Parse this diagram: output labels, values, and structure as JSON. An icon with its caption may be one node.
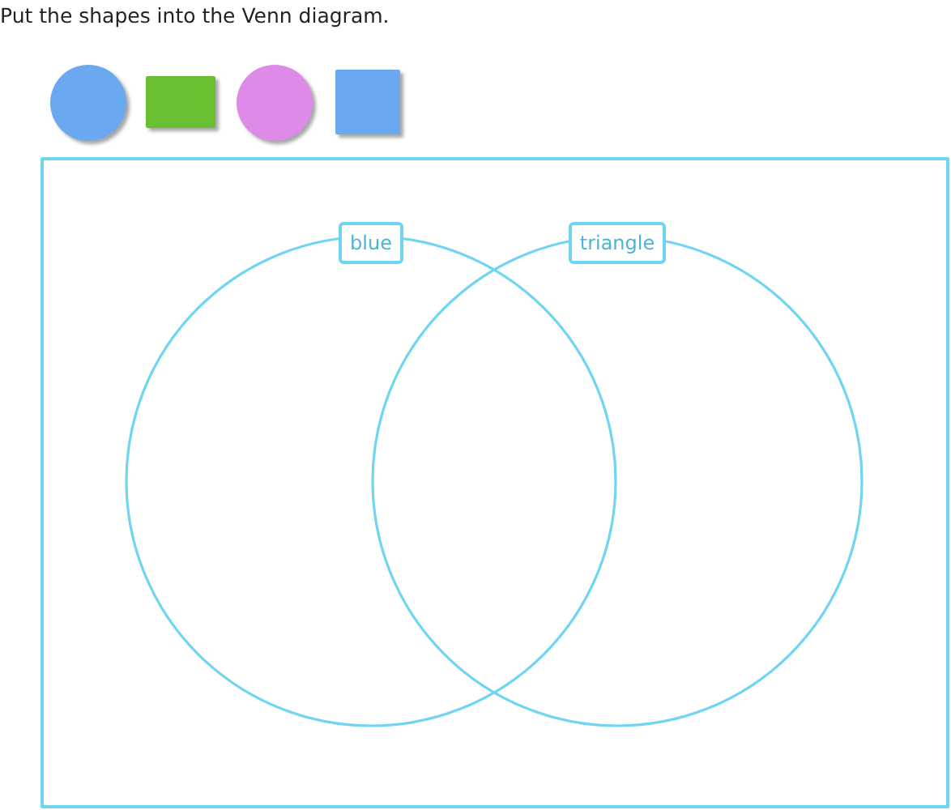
{
  "diagram": {
    "title": "Put the shapes into the Venn diagram.",
    "nodes": [
      {
        "text": [],
        "shape": "circle"
      },
      {
        "text": [],
        "shape": "box"
      },
      {
        "text": [],
        "shape": "circle"
      },
      {
        "text": [],
        "shape": "box"
      },
      {
        "text": [],
        "shape": "box"
      },
      {
        "text": [
          "blue"
        ],
        "in": 4
      },
      {
        "text": [
          "triangle"
        ],
        "in": 4
      }
    ]
  }
}
